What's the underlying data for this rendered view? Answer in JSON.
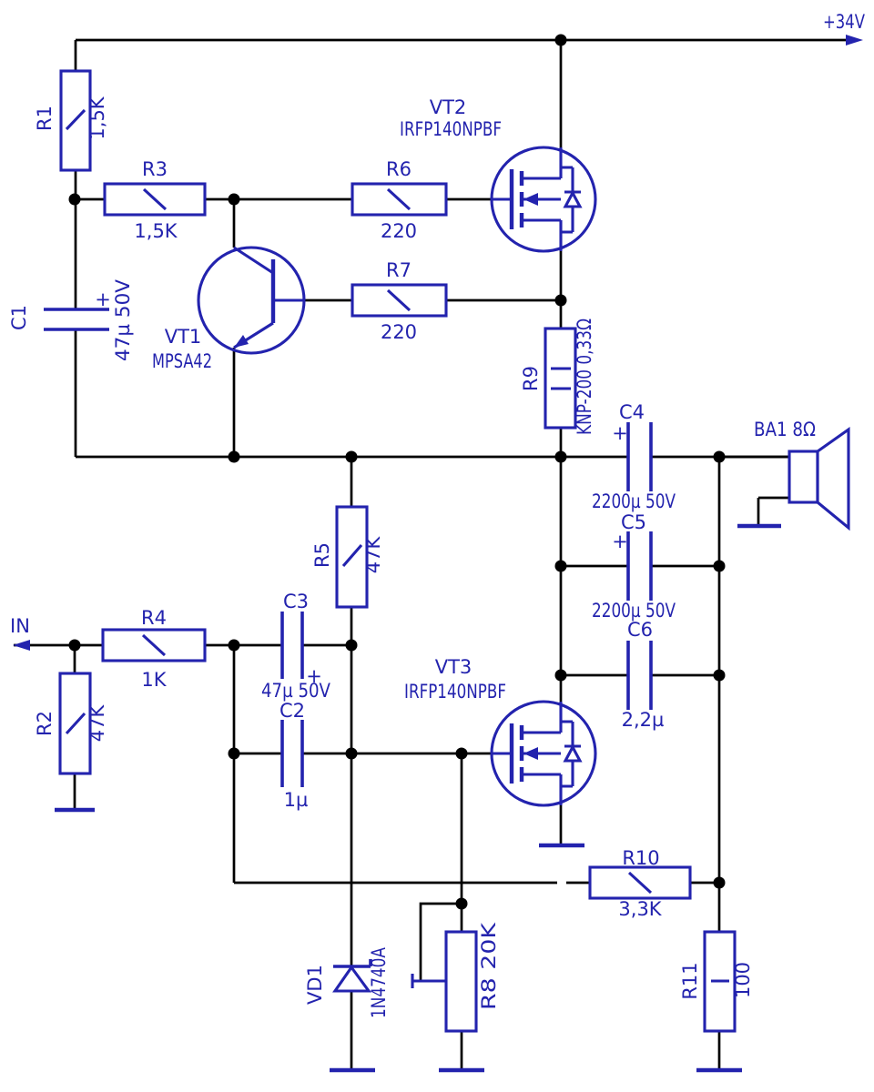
{
  "schematic": {
    "power_rail_label": "+34V",
    "input_label": "IN",
    "colors": {
      "symbol_blue": "#2323ae",
      "wire_black": "#000000",
      "background": "#ffffff"
    },
    "components": {
      "R1": {
        "ref": "R1",
        "value": "1,5K"
      },
      "R2": {
        "ref": "R2",
        "value": "47K"
      },
      "R3": {
        "ref": "R3",
        "value": "1,5K"
      },
      "R4": {
        "ref": "R4",
        "value": "1K"
      },
      "R5": {
        "ref": "R5",
        "value": "47K"
      },
      "R6": {
        "ref": "R6",
        "value": "220"
      },
      "R7": {
        "ref": "R7",
        "value": "220"
      },
      "R8": {
        "label": "R8  20K"
      },
      "R9": {
        "ref": "R9",
        "value": "KNP-200 0,33Ω"
      },
      "R10": {
        "ref": "R10",
        "value": "3,3K"
      },
      "R11": {
        "ref": "R11",
        "value": "100"
      },
      "C1": {
        "ref": "C1",
        "value": "47µ 50V",
        "polarity": "+"
      },
      "C2": {
        "ref": "C2",
        "value": "1µ"
      },
      "C3": {
        "ref": "C3",
        "value": "47µ 50V",
        "polarity": "+"
      },
      "C4": {
        "ref": "C4",
        "value": "2200µ 50V",
        "polarity": "+"
      },
      "C5": {
        "ref": "C5",
        "value": "2200µ 50V",
        "polarity": "+"
      },
      "C6": {
        "ref": "C6",
        "value": "2,2µ"
      },
      "VT1": {
        "ref": "VT1",
        "part": "MPSA42"
      },
      "VT2": {
        "ref": "VT2",
        "part": "IRFP140NPBF"
      },
      "VT3": {
        "ref": "VT3",
        "part": "IRFP140NPBF"
      },
      "VD1": {
        "ref": "VD1",
        "part": "1N4740A"
      },
      "BA1": {
        "label": "BA1 8Ω"
      }
    }
  }
}
